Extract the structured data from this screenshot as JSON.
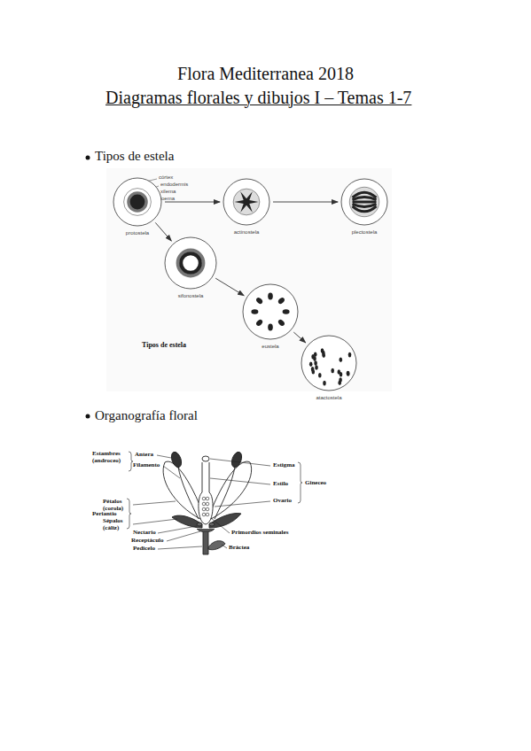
{
  "diagram": {
    "title": "Flora Mediterranea 2018",
    "nodes": [
      {
        "text": [
          "protostela"
        ]
      },
      {
        "text": [
          "actinostela"
        ]
      },
      {
        "text": [
          "plectostela"
        ]
      },
      {
        "text": [
          "sifonostela"
        ]
      },
      {
        "text": [
          "eustela"
        ]
      },
      {
        "text": [
          "atactostela"
        ]
      }
    ],
    "edges": [
      {
        "from": 0,
        "to": 1,
        "arrow": "to"
      },
      {
        "from": 1,
        "to": 2,
        "arrow": "to"
      },
      {
        "from": 0,
        "to": 3,
        "arrow": "to"
      },
      {
        "from": 3,
        "to": 4,
        "arrow": "to"
      },
      {
        "from": 4,
        "to": 5,
        "arrow": "to"
      }
    ],
    "labels": [
      "Diagramas florales y dibujos I – Temas 1-7",
      "Tipos de estela",
      "córtex",
      "endodermis",
      "xilema",
      "floema",
      "Tipos de estela",
      "Organografía floral",
      "Estambres (androceo)",
      "Antera",
      "Filamento",
      "Pétalos (corola)",
      "Periantio",
      "Sépalos (cáliz)",
      "Nectario",
      "Receptáculo",
      "Pedicelo",
      "Primordios seminales",
      "Bráctea",
      "Estigma",
      "Estilo",
      "Ovario",
      "Gineceo"
    ]
  }
}
